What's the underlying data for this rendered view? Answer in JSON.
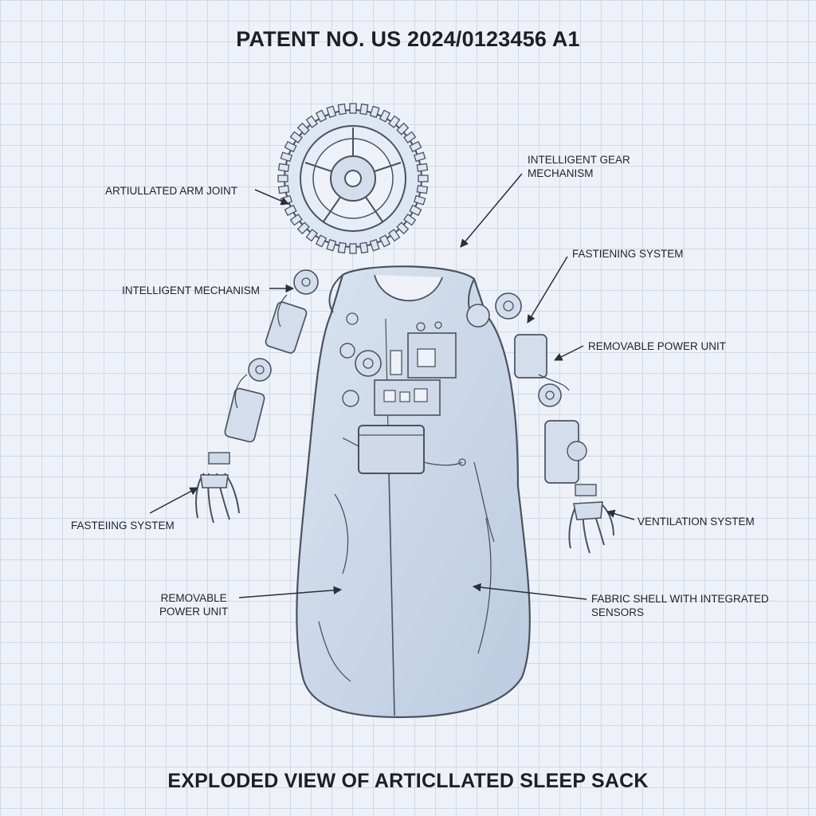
{
  "diagram": {
    "title": "PATENT NO. US 2024/0123456 A1",
    "caption": "EXPLODED VIEW OF ARTICLLATED SLEEP SACK",
    "labels": {
      "arm_joint": "ARTIULLATED ARM JOINT",
      "gear_mechanism": [
        "INTELLIGENT GEAR",
        "MECHANISM"
      ],
      "fastening_right": "FASTIENING SYSTEM",
      "intelligent_mechanism": "INTELLIGENT MECHANISM",
      "power_unit_right": "REMOVABLE POWER UNIT",
      "fastening_left": "FASTEIING SYSTEM",
      "ventilation": "VENTILATION SYSTEM",
      "power_unit_left": [
        "REMOVABLE",
        "POWER UNIT"
      ],
      "fabric_shell": [
        "FABRIC SHELL WITH INTEGRATED",
        "SENSORS"
      ]
    }
  }
}
